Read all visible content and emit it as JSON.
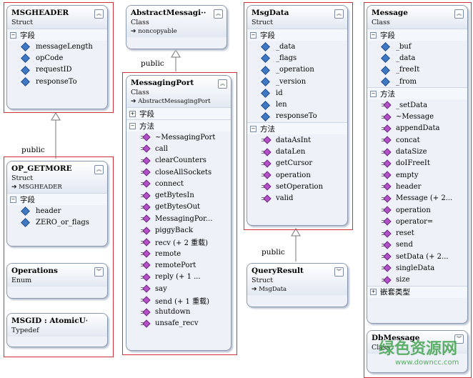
{
  "labels": {
    "public": "public"
  },
  "sections": {
    "fields": "字段",
    "methods": "方法",
    "nested": "嵌套类型"
  },
  "boxes": {
    "msgheader": {
      "name": "MSGHEADER",
      "kind": "Struct",
      "fields": [
        "messageLength",
        "opCode",
        "requestID",
        "responseTo"
      ]
    },
    "abstract": {
      "name": "AbstractMessagi···",
      "kind": "Class",
      "inherits": "noncopyable"
    },
    "msgdata": {
      "name": "MsgData",
      "kind": "Struct",
      "fields": [
        "_data",
        "_flags",
        "_operation",
        "_version",
        "id",
        "len",
        "responseTo"
      ],
      "methods": [
        "dataAsInt",
        "dataLen",
        "getCursor",
        "operation",
        "setOperation",
        "valid"
      ]
    },
    "message": {
      "name": "Message",
      "kind": "Class",
      "fields": [
        "_buf",
        "_data",
        "_freeIt",
        "_from"
      ],
      "methods": [
        "_setData",
        "~Message",
        "appendData",
        "concat",
        "dataSize",
        "doIFreeIt",
        "empty",
        "header",
        "Message (+ 2...",
        "operation",
        "operator=",
        "reset",
        "send",
        "setData (+ 2...",
        "singleData",
        "size"
      ]
    },
    "messaging": {
      "name": "MessagingPort",
      "kind": "Class",
      "inherits": "AbstractMessagingPort",
      "methods": [
        "~MessagingPort",
        "call",
        "clearCounters",
        "closeAllSockets",
        "connect",
        "getBytesIn",
        "getBytesOut",
        "MessagingPor...",
        "piggyBack",
        "recv (+ 2 重载)",
        "remote",
        "remotePort",
        "reply (+ 1 ...",
        "say",
        "send (+ 1 重载)",
        "shutdown",
        "unsafe_recv"
      ]
    },
    "opgetmore": {
      "name": "OP_GETMORE",
      "kind": "Struct",
      "inherits": "MSGHEADER",
      "fields": [
        "header",
        "ZERO_or_flags"
      ]
    },
    "operations": {
      "name": "Operations",
      "kind": "Enum"
    },
    "msgid": {
      "name": "MSGID : AtomicU···",
      "kind": "Typedef"
    },
    "queryresult": {
      "name": "QueryResult",
      "kind": "Struct",
      "inherits": "MsgData"
    },
    "dbmessage": {
      "name": "DbMessage",
      "kind": "Class"
    }
  },
  "watermark": {
    "title": "绿色资源网",
    "url": "www.downcc.com"
  },
  "colors": {
    "highlight": "#d0303a",
    "field_icon": "#3f78c4",
    "method_icon": "#b450c8"
  }
}
